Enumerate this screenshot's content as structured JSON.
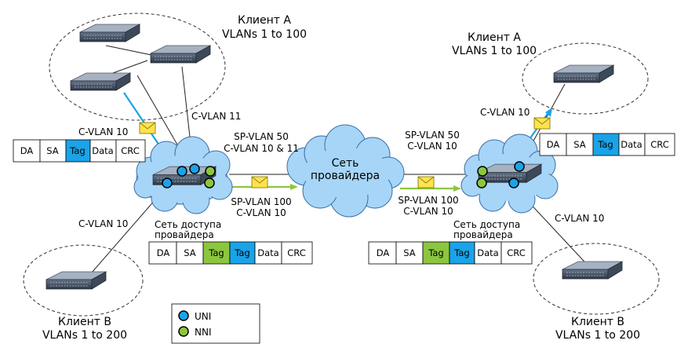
{
  "clients": {
    "top_left": {
      "name": "Клиент  A",
      "vlans": "VLANs 1 to 100"
    },
    "top_right": {
      "name": "Клиент  A",
      "vlans": "VLANs 1 to 100"
    },
    "bottom_left": {
      "name": "Клиент B",
      "vlans": "VLANs 1 to 200"
    },
    "bottom_right": {
      "name": "Клиент B",
      "vlans": "VLANs 1 to 200"
    }
  },
  "cloud": {
    "line1": "Сеть",
    "line2": "провайдера"
  },
  "labels": {
    "cvlan10_left": "C-VLAN 10",
    "cvlan11": "C-VLAN 11",
    "sp50_left_1": "SP-VLAN 50",
    "sp50_left_2": "C-VLAN 10 & 11",
    "sp100_left_1": "SP-VLAN 100",
    "sp100_left_2": "C-VLAN 10",
    "sp50_right_1": "SP-VLAN 50",
    "sp50_right_2": "C-VLAN 10",
    "sp100_right_1": "SP-VLAN 100",
    "sp100_right_2": "C-VLAN 10",
    "cvlan10_top_right": "C-VLAN 10",
    "cvlan10_bottom_left": "C-VLAN 10",
    "cvlan10_bottom_right": "C-VLAN 10",
    "access_left_1": "Сеть доступа",
    "access_left_2": "провайдера",
    "access_right_1": "Сеть доступа",
    "access_right_2": "провайдера"
  },
  "frames": {
    "cells": {
      "da": "DA",
      "sa": "SA",
      "tag": "Tag",
      "data": "Data",
      "crc": "CRC"
    }
  },
  "legend": {
    "uni": "UNI",
    "nni": "NNI"
  },
  "colors": {
    "uni_blue": "#1aa3e8",
    "nni_green": "#8cc63f",
    "cloud_blue": "#a6d5f7",
    "envelope_yellow": "#ffe34d"
  }
}
